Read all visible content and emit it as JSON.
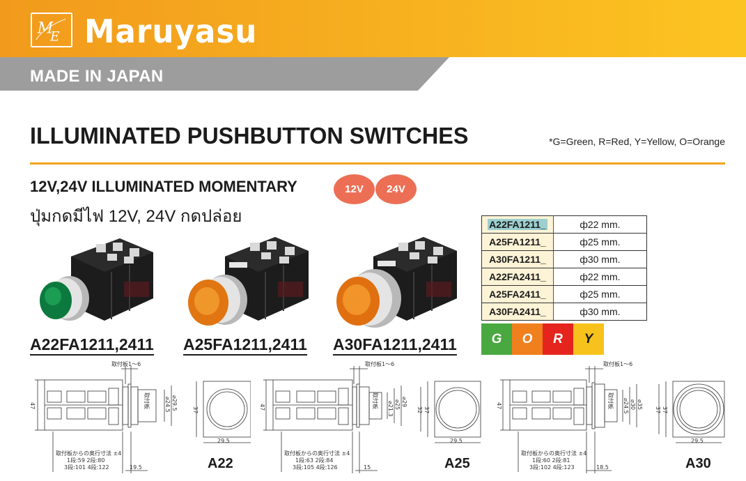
{
  "brand": {
    "emblem_text": "ME",
    "name": "Maruyasu",
    "colors": {
      "header_orange": "#f6ad1f",
      "band_gray": "#9d9d9d",
      "accent": "#f3a41e"
    }
  },
  "made_in": "MADE IN JAPAN",
  "title": "ILLUMINATED PUSHBUTTON SWITCHES",
  "color_note": "*G=Green, R=Red, Y=Yellow, O=Orange",
  "subtitle": "12V,24V ILLUMINATED MOMENTARY",
  "thai_subtitle": "ปุ่มกดมีไฟ 12V, 24V กดปล่อย",
  "voltage_badges": [
    {
      "label": "12V",
      "color": "#ec6f55"
    },
    {
      "label": "24V",
      "color": "#ec6f55"
    }
  ],
  "products": [
    {
      "model": "A22FA1211,2411",
      "lens_color": "green"
    },
    {
      "model": "A25FA1211,2411",
      "lens_color": "orange"
    },
    {
      "model": "A30FA1211,2411",
      "lens_color": "orange"
    }
  ],
  "spec_table": [
    {
      "code": "A22FA1211_",
      "diameter": "ф22 mm.",
      "selected": true
    },
    {
      "code": "A25FA1211_",
      "diameter": "ф25 mm."
    },
    {
      "code": "A30FA1211_",
      "diameter": "ф30 mm."
    },
    {
      "code": "A22FA2411_",
      "diameter": "ф22 mm."
    },
    {
      "code": "A25FA2411_",
      "diameter": "ф25 mm."
    },
    {
      "code": "A30FA2411_",
      "diameter": "ф30 mm."
    }
  ],
  "color_options": [
    {
      "letter": "G",
      "bg": "#49a83f",
      "fg": "#ffffff"
    },
    {
      "letter": "O",
      "bg": "#f07f1e",
      "fg": "#ffffff"
    },
    {
      "letter": "R",
      "bg": "#e5251d",
      "fg": "#ffffff"
    },
    {
      "letter": "Y",
      "bg": "#f7c21b",
      "fg": "#1b1b1b"
    }
  ],
  "drawings": [
    {
      "name": "A22",
      "mount_note": "取付板1～6",
      "height": "47",
      "diameters": [
        "⌀24.5",
        "⌀29.5"
      ],
      "panel_note": "取付板",
      "front_height": "37",
      "front_width": "29.5",
      "depth_title": "取付板からの奥行寸法 ±4",
      "depth_row1": "1段:59  2段:80",
      "depth_row2": "3段:101  4段:122",
      "bezel_depth": "19.5"
    },
    {
      "name": "A25",
      "mount_note": "取付板1～6",
      "height": "47",
      "diameters": [
        "⌀21.3",
        "⌀25",
        "⌀29"
      ],
      "panel_note": "取付板",
      "front_height": "37",
      "front_width": "29.5",
      "side_dim": "32",
      "depth_title": "取付板からの奥行寸法 ±4",
      "depth_row1": "1段:63  2段:84",
      "depth_row2": "3段:105  4段:126",
      "bezel_depth": "15"
    },
    {
      "name": "A30",
      "mount_note": "取付板1～6",
      "height": "47",
      "diameters": [
        "⌀24.5",
        "⌀30",
        "⌀35"
      ],
      "panel_note": "取付板",
      "front_height": "37",
      "front_width": "29.5",
      "side_dim": "37",
      "depth_title": "取付板からの奥行寸法 ±4",
      "depth_row1": "1段:60  2段:81",
      "depth_row2": "3段:102  4段:123",
      "bezel_depth": "18.5"
    }
  ]
}
